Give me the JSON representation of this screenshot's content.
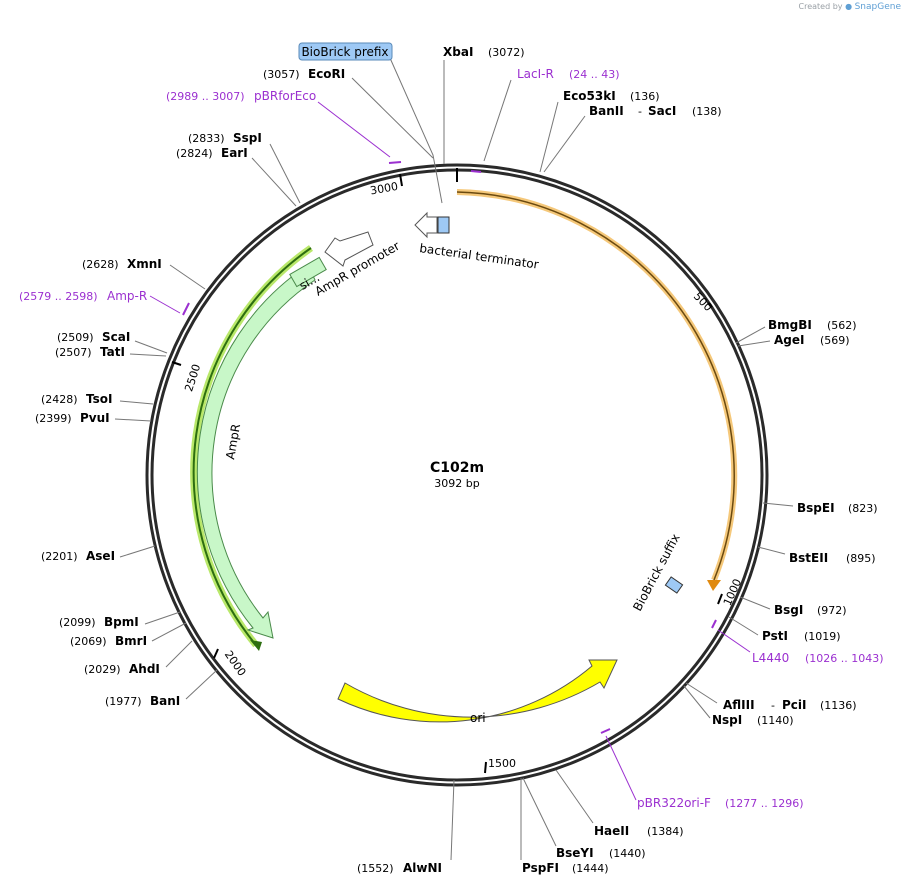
{
  "credit": {
    "prefix": "Created by",
    "brand": "SnapGene"
  },
  "plasmid": {
    "name": "C102m",
    "length_label": "3092 bp",
    "length": 3092
  },
  "ticks": [
    {
      "pos": 500,
      "label": "500"
    },
    {
      "pos": 1000,
      "label": "1000"
    },
    {
      "pos": 1500,
      "label": "1500"
    },
    {
      "pos": 2000,
      "label": "2000"
    },
    {
      "pos": 2500,
      "label": "2500"
    },
    {
      "pos": 3000,
      "label": "3000"
    }
  ],
  "features": {
    "biobrick_prefix": "BioBrick prefix",
    "biobrick_suffix": "BioBrick suffix",
    "bacterial_terminator": "bacterial terminator",
    "ampr_promoter": "AmpR promoter",
    "ampr": "AmpR",
    "ori": "ori",
    "signal": "si..."
  },
  "enzymes": {
    "xbai": {
      "name": "XbaI",
      "pos": "(3072)"
    },
    "ecori": {
      "name": "EcoRI",
      "pos": "(3057)"
    },
    "eco53ki": {
      "name": "Eco53kI",
      "pos": "(136)"
    },
    "banii": {
      "name": "BanII",
      "sep": "-",
      "name2": "SacI",
      "pos": "(138)"
    },
    "sspi": {
      "name": "SspI",
      "pos": "(2833)"
    },
    "eari": {
      "name": "EarI",
      "pos": "(2824)"
    },
    "xmni": {
      "name": "XmnI",
      "pos": "(2628)"
    },
    "scai": {
      "name": "ScaI",
      "pos": "(2509)"
    },
    "tati": {
      "name": "TatI",
      "pos": "(2507)"
    },
    "tsoi": {
      "name": "TsoI",
      "pos": "(2428)"
    },
    "pvui": {
      "name": "PvuI",
      "pos": "(2399)"
    },
    "asei": {
      "name": "AseI",
      "pos": "(2201)"
    },
    "bpmi": {
      "name": "BpmI",
      "pos": "(2099)"
    },
    "bmri": {
      "name": "BmrI",
      "pos": "(2069)"
    },
    "ahdi": {
      "name": "AhdI",
      "pos": "(2029)"
    },
    "bani": {
      "name": "BanI",
      "pos": "(1977)"
    },
    "bmgbi": {
      "name": "BmgBI",
      "pos": "(562)"
    },
    "agei": {
      "name": "AgeI",
      "pos": "(569)"
    },
    "bspei": {
      "name": "BspEI",
      "pos": "(823)"
    },
    "bsteii": {
      "name": "BstEII",
      "pos": "(895)"
    },
    "bsgi": {
      "name": "BsgI",
      "pos": "(972)"
    },
    "psti": {
      "name": "PstI",
      "pos": "(1019)"
    },
    "afliii": {
      "name": "AflIII",
      "sep": "-",
      "name2": "PciI",
      "pos": "(1136)"
    },
    "nspi": {
      "name": "NspI",
      "pos": "(1140)"
    },
    "haeii": {
      "name": "HaeII",
      "pos": "(1384)"
    },
    "bseyi": {
      "name": "BseYI",
      "pos": "(1440)"
    },
    "pspfi": {
      "name": "PspFI",
      "pos": "(1444)"
    },
    "alwni": {
      "name": "AlwNI",
      "pos": "(1552)"
    }
  },
  "primers": {
    "laci_r": {
      "name": "LacI-R",
      "pos": "(24 .. 43)"
    },
    "pbrforeco": {
      "name": "pBRforEco",
      "pos": "(2989 .. 3007)"
    },
    "amp_r": {
      "name": "Amp-R",
      "pos": "(2579 .. 2598)"
    },
    "l4440": {
      "name": "L4440",
      "pos": "(1026 .. 1043)"
    },
    "pbr322ori_f": {
      "name": "pBR322ori-F",
      "pos": "(1277 .. 1296)"
    }
  },
  "colors": {
    "backbone": "#2a2a2a",
    "primer": "#9b30d0",
    "orange_feature": "#f5c87a",
    "green_feature": "#c8f7c8",
    "ori": "#ffff00",
    "biobrick": "#9ec9f5"
  }
}
